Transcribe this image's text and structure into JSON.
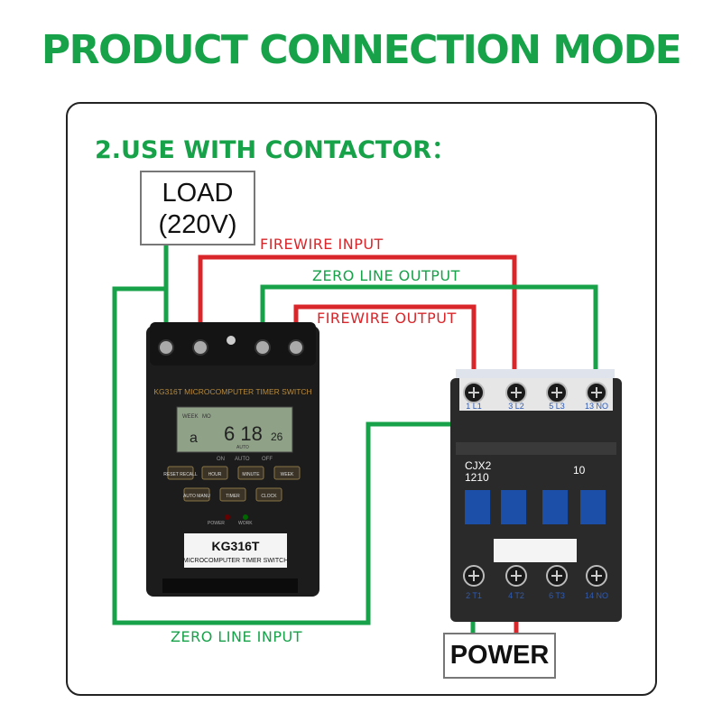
{
  "title": "PRODUCT CONNECTION MODE",
  "subtitle": "2.USE WITH CONTACTOR：",
  "load": {
    "line1": "LOAD",
    "line2": "(220V)"
  },
  "power": "POWER",
  "wire_labels": {
    "firewire_input": "FIREWIRE INPUT",
    "zero_line_output": "ZERO LINE OUTPUT",
    "firewire_output": "FIREWIRE OUTPUT",
    "zero_line_input": "ZERO LINE INPUT"
  },
  "colors": {
    "green": "#17a24a",
    "red": "#d9262a"
  },
  "timer": {
    "header": "KG316T MICROCOMPUTER TIMER SWITCH",
    "lcd_week": "WEEK",
    "lcd_mo": "MO",
    "lcd_day": "a",
    "lcd_time": "6 18",
    "lcd_sec": "26",
    "lcd_auto": "AUTO",
    "lcd_on": "ON",
    "lcd_auto2": "AUTO",
    "lcd_off": "OFF",
    "buttons": [
      "RESET RECALL",
      "HOUR",
      "MINUTE",
      "WEEK",
      "AUTO MANU",
      "TIMER",
      "CLOCK"
    ],
    "led_power": "POWER",
    "led_work": "WORK",
    "model": "KG316T",
    "model_sub": "MICROCOMPUTER TIMER SWITCH"
  },
  "contactor": {
    "model_line1": "CJX2",
    "model_line2": "1210",
    "rating": "10",
    "top_terminals": [
      "1 L1",
      "3 L2",
      "5 L3",
      "13 NO"
    ],
    "bottom_terminals": [
      "2 T1",
      "4 T2",
      "6 T3",
      "14 NO"
    ]
  }
}
